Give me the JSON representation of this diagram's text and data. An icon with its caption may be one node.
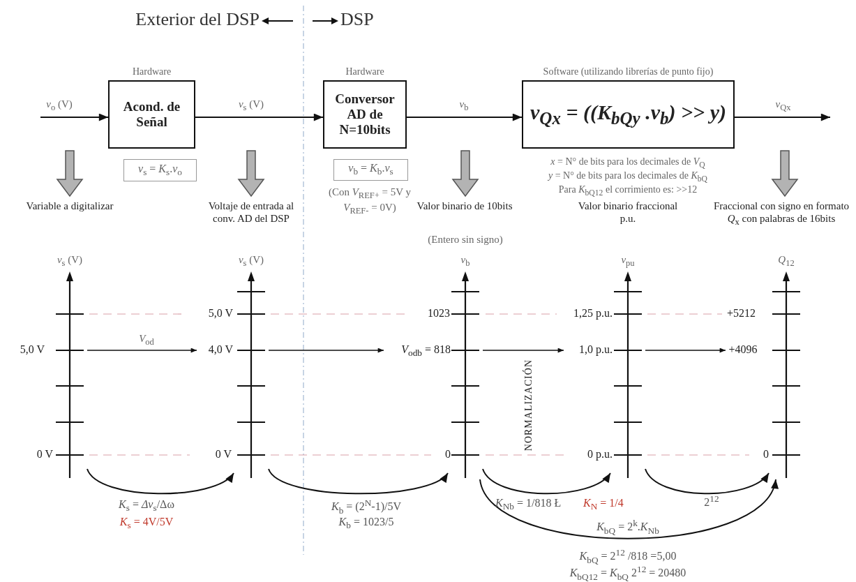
{
  "diagram": {
    "nodes": [
      {
        "text": [
          "Hardware",
          "Acond. de Señal"
        ]
      },
      {
        "text": [
          "Hardware",
          "Conversor AD de N=10bits"
        ]
      },
      {
        "text": [
          "Software (utilizando librerías de punto fijo)",
          "*v*$_{Qx}$ = ((*K*$_{bQy}$ .*v*$_{b}$) >> *y*)"
        ]
      },
      {
        "text": [
          "*v*$_{s}$ = *K*$_{s}$.*v*$_{o}$"
        ]
      },
      {
        "text": [
          "*v*$_{b}$ = *K*$_{b}$.*v*$_{s}$"
        ],
        "beside": [
          "(Con *V*$_{REF+}$ = 5V y *V*$_{REF-}$ = 0V)"
        ]
      },
      {
        "text": [
          "*v*$_{s}$ (V)"
        ]
      },
      {
        "text": [
          "*v*$_{s}$ (V)"
        ]
      },
      {
        "text": [
          "*v*$_{b}$"
        ]
      },
      {
        "text": [
          "*v*$_{pu}$"
        ]
      },
      {
        "text": [
          "*Q*$_{12}$"
        ]
      },
      {
        "text": [
          "4,0 V"
        ]
      },
      {
        "text": [
          "*V*$_{odb}$ = 818"
        ]
      },
      {
        "text": [
          "1,0 p.u."
        ]
      },
      {
        "text": [
          "+4096"
        ]
      }
    ],
    "edges": [
      {
        "from": null,
        "to": 0,
        "arrow": "to",
        "label": "*v*$_{o}$ (V)"
      },
      {
        "from": 0,
        "to": 1,
        "arrow": "to",
        "label": "*v*$_{s}$ (V)"
      },
      {
        "from": 1,
        "to": 2,
        "arrow": "to",
        "label": "*v*$_{b}$"
      },
      {
        "from": 2,
        "to": null,
        "arrow": "to",
        "label": "*v*$_{Qx}$"
      },
      {
        "from": 5,
        "to": 10,
        "arrow": "to",
        "label": "*V*$_{od}$"
      },
      {
        "from": 6,
        "to": 11,
        "arrow": "to"
      },
      {
        "from": 7,
        "to": 12,
        "arrow": "to"
      },
      {
        "from": 8,
        "to": 13,
        "arrow": "to"
      },
      {
        "from": 5,
        "to": 6,
        "arrow": "to"
      },
      {
        "from": 6,
        "to": 7,
        "arrow": "to"
      },
      {
        "from": 7,
        "to": 8,
        "arrow": "to"
      },
      {
        "from": 8,
        "to": 9,
        "arrow": "to"
      },
      {
        "from": 7,
        "to": 9,
        "arrow": "to"
      }
    ],
    "labels": [
      "Exterior del DSP",
      "DSP",
      "Variable a digitalizar",
      "Voltaje de entrada al conv. AD del DSP",
      "*x* = N° de bits para los decimales de *V*$_{Q}$",
      "*y* = N° de bits para los decimales de *K*$_{bQ}$",
      "Para *K*$_{bQ12}$ el corrimiento es: >>12",
      "Valor binario de 10bits",
      "(Entero sin signo)",
      "Valor binario fraccional p.u.",
      "Fraccional con signo en formato *Q*$_{x}$ con palabras de 16bits",
      "5,0 V",
      "1023",
      "NORMALIZACIÓN",
      "1,25 p.u.",
      "+5212",
      "5,0 V",
      "0 V",
      "0 V",
      "0",
      "0 p.u.",
      "0",
      "*K*$_{s}$ = *Δv*$_{s}$/Δω",
      "*K*$_{s}$ = 4V/5V",
      "*K*$_{b}$ = (2$^{N}$-1)/5V",
      "*K*$_{b}$ = 1023/5",
      "*K*$_{Nb}$ = 1/818 Ł",
      "*K*$_{N}$ = 1/4",
      "2$^{12}$",
      "*K*$_{bQ}$ = 2$^{k}$.*K*$_{Nb}$",
      "*K*$_{bQ}$ = 2$^{12}$ /818 =5,00",
      "*K*$_{bQ12}$ = *K*$_{bQ}$ 2$^{12}$ = 20480"
    ]
  }
}
